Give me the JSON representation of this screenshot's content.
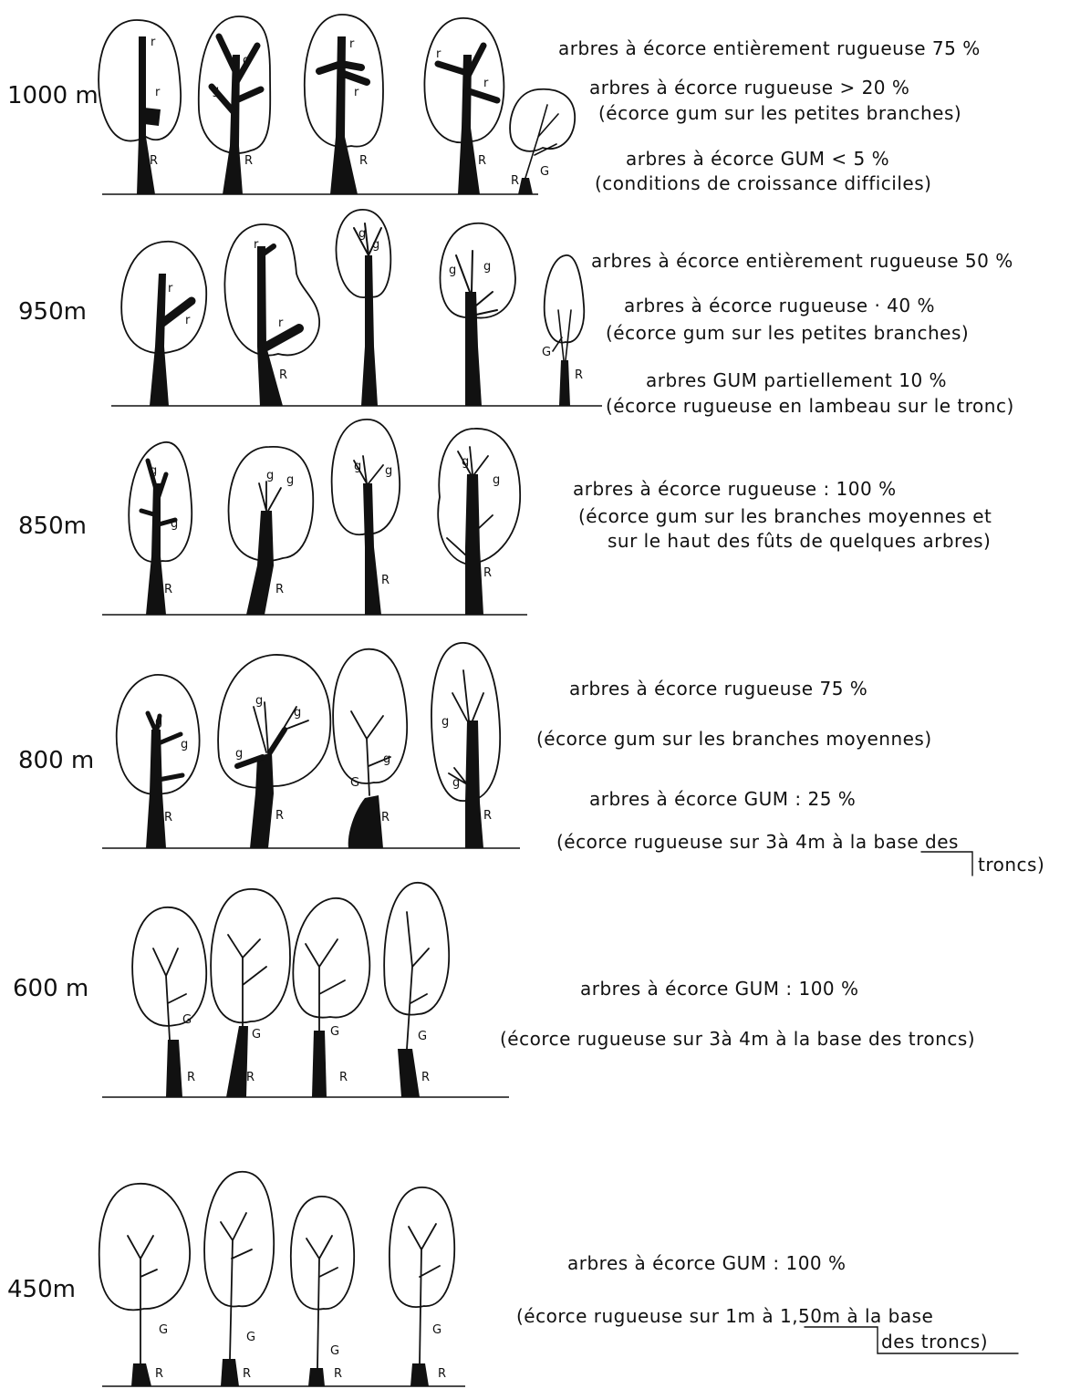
{
  "rows": [
    {
      "altitude": "1000 m",
      "lines": [
        "arbres à écorce entièrement rugueuse  75 %",
        "arbres à écorce rugueuse  > 20 %",
        "(écorce gum sur les petites branches)",
        "arbres à écorce GUM  < 5 %",
        "(conditions de croissance difficiles)"
      ]
    },
    {
      "altitude": "950m",
      "lines": [
        "arbres à écorce entièrement rugueuse   50 %",
        "arbres à écorce rugueuse  ·  40 %",
        "(écorce gum sur les petites branches)",
        "arbres GUM partiellement  10 %",
        "(écorce rugueuse en lambeau sur le tronc)"
      ]
    },
    {
      "altitude": "850m",
      "lines": [
        "arbres à écorce rugueuse :  100 %",
        "(écorce gum sur les branches moyennes et",
        "sur le haut des fûts de quelques arbres)"
      ]
    },
    {
      "altitude": "800 m",
      "lines": [
        "arbres à écorce rugueuse    75 %",
        "(écorce gum sur les branches moyennes)",
        "arbres à écorce GUM :   25 %",
        "(écorce rugueuse sur 3à 4m à la base des",
        "troncs)"
      ]
    },
    {
      "altitude": "600 m",
      "lines": [
        "arbres à écorce GUM : 100 %",
        "(écorce rugueuse sur 3à 4m à la base des troncs)"
      ]
    },
    {
      "altitude": "450m",
      "lines": [
        "arbres à écorce GUM :   100  %",
        "(écorce rugueuse sur 1m à 1,50m à la base",
        "des troncs)"
      ]
    }
  ],
  "marks": {
    "rough_bark": "R",
    "gum_bark": "G",
    "branch_rough": "r",
    "branch_gum": "g"
  },
  "colors": {
    "ink": "#111111",
    "paper": "#ffffff"
  }
}
